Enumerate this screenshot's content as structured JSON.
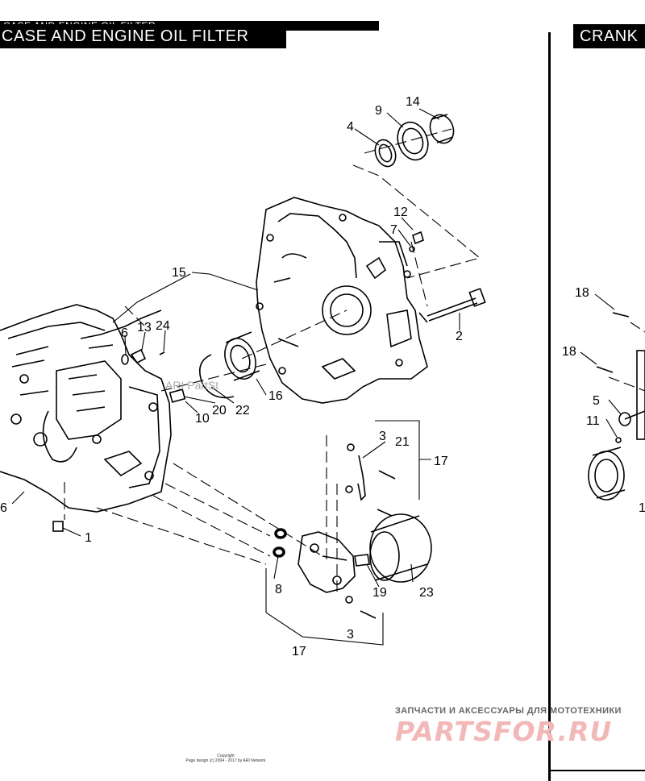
{
  "header": {
    "left_title": "CASE AND ENGINE OIL FILTER",
    "left_title_ghost": "CASE AND ENGINE OIL FILTER",
    "right_title": "CRANK"
  },
  "callouts": {
    "c1": "1",
    "c2": "2",
    "c3a": "3",
    "c3b": "3",
    "c4": "4",
    "c5": "5",
    "c6a": "6",
    "c6b": "6",
    "c7": "7",
    "c8": "8",
    "c9": "9",
    "c10": "10",
    "c11": "11",
    "c12": "12",
    "c13": "13",
    "c14": "14",
    "c15": "15",
    "c16": "16",
    "c17a": "17",
    "c17b": "17",
    "c18a": "18",
    "c18b": "18",
    "c19": "19",
    "c20": "20",
    "c21": "21",
    "c22": "22",
    "c23": "23",
    "c24": "24",
    "c1r": "1"
  },
  "stray_text": "ARI PartSt",
  "watermark": {
    "caption": "ЗАПЧАСТИ И АКСЕССУАРЫ ДЛЯ МОТОТЕХНИКИ",
    "logo": "PARTSFOR.RU"
  },
  "copyright": {
    "line1": "Copyright",
    "line2": "Page design (c) 2004 - 2017 by ARI Network"
  },
  "colors": {
    "ink": "#000000",
    "background": "#ffffff",
    "watermark_logo": "#f2b8b8"
  }
}
